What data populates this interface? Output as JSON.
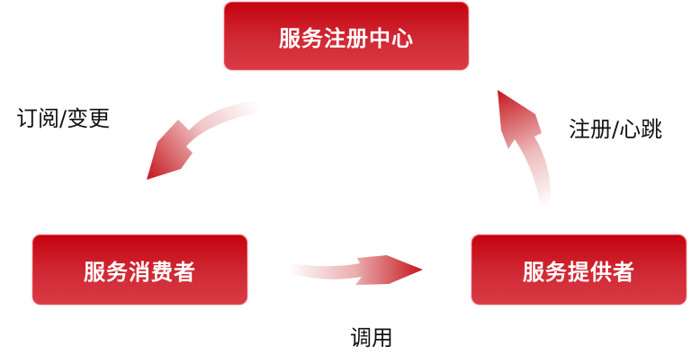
{
  "diagram": {
    "nodes": {
      "registry": {
        "label": "服务注册中心"
      },
      "consumer": {
        "label": "服务消费者"
      },
      "provider": {
        "label": "服务提供者"
      }
    },
    "edges": {
      "subscribe": {
        "label": "订阅/变更",
        "from": "registry",
        "to": "consumer"
      },
      "register": {
        "label": "注册/心跳",
        "from": "provider",
        "to": "registry"
      },
      "invoke": {
        "label": "调用",
        "from": "consumer",
        "to": "provider"
      }
    },
    "colors": {
      "node_top": "#c4030f",
      "node_bottom": "#d83a44",
      "arrow": "#c4161c",
      "text": "#111111"
    }
  }
}
